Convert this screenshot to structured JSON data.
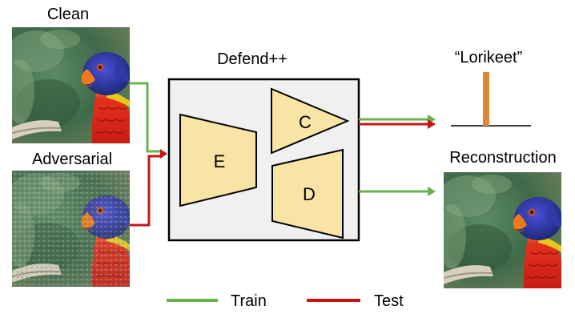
{
  "labels": {
    "clean": "Clean",
    "adversarial": "Adversarial",
    "model": "Defend++",
    "encoder": "E",
    "classifier": "C",
    "decoder": "D",
    "prediction": "“Lorikeet”",
    "reconstruction": "Reconstruction"
  },
  "legend": {
    "train": "Train",
    "test": "Test"
  },
  "colors": {
    "train": "#6ab04c",
    "test": "#c81414",
    "module_fill": "#f8e4a5",
    "box_fill": "#f0f0f0",
    "bar": "#d98a33"
  },
  "images": {
    "clean": "parrot-photo",
    "adversarial": "parrot-photo-noisy",
    "reconstruction": "parrot-photo"
  }
}
